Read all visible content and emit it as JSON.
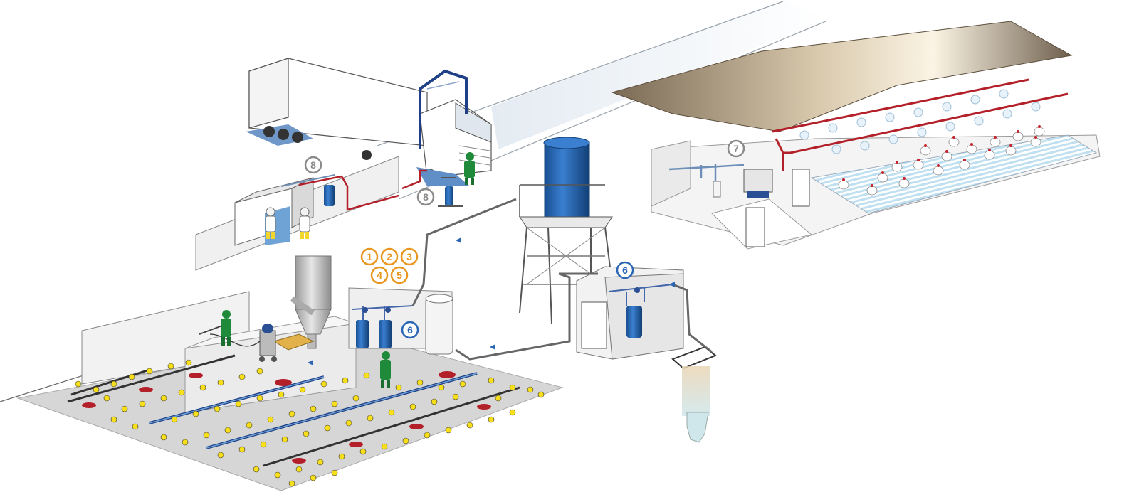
{
  "colors": {
    "orange": "#e8961e",
    "blue": "#2a66b5",
    "grey": "#8a8a8a",
    "pipe_red": "#b3202a",
    "tank_blue": "#2060a8",
    "floor": "#d6d6d6",
    "wall": "#f2f2f2",
    "chick": "#f6df1a",
    "worker": "#1f8a3a"
  },
  "badges": {
    "b1": "1",
    "b2": "2",
    "b3": "3",
    "b4": "4",
    "b5": "5",
    "b6_hatchery": "6",
    "b6_pumphouse": "6",
    "b7": "7",
    "b8_washroom": "8",
    "b8_truck": "8"
  }
}
